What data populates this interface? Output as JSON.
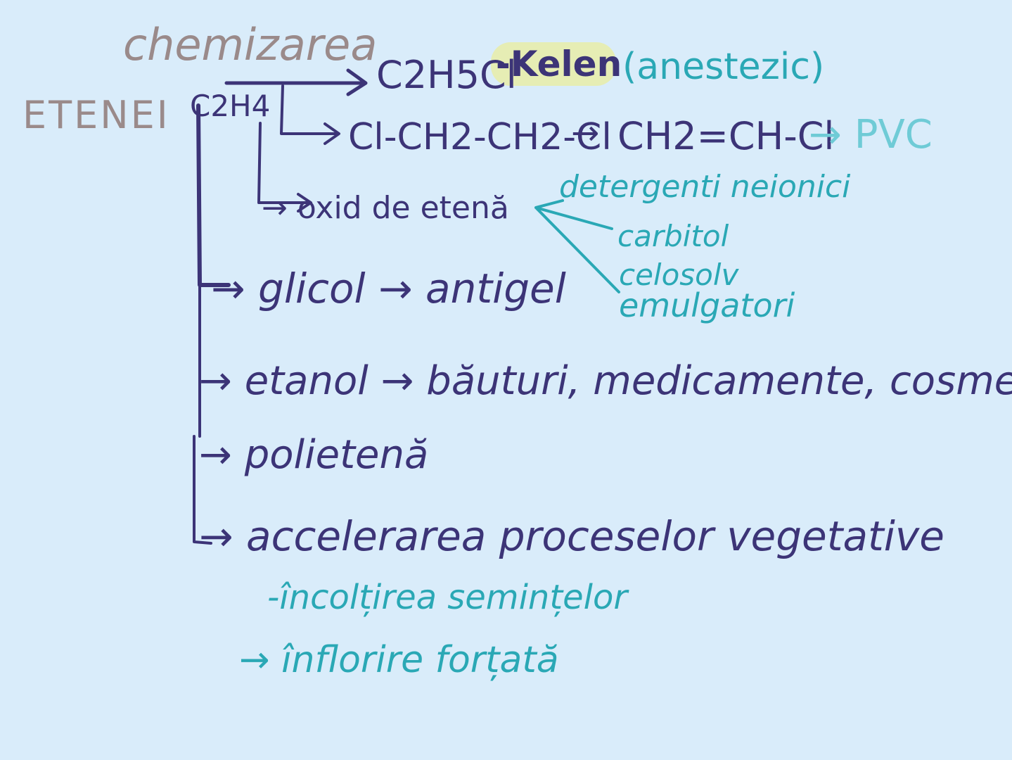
{
  "title": "chemizarea",
  "subject": "ETENEI",
  "formula_start": "C2H4",
  "branch_keleN": {
    "product": "C2H5Cl",
    "name": "-Kelen",
    "note": "(anestezic)",
    "highlight_color": "#e6edb4"
  },
  "branch_pvc": {
    "step1": "Cl-CH2-CH2-Cl",
    "arrow": "→",
    "step2": "CH2=CH-Cl",
    "result": "→ PVC"
  },
  "branch_oxid": {
    "label": "→ oxid de etenă",
    "uses": [
      "detergenti neionici",
      "carbitol",
      "celosolv",
      "emulgatori"
    ]
  },
  "list": [
    "→ glicol → antigel",
    "→ etanol → băuturi, medicamente, cosmetică",
    "→ polietenă",
    "→ accelerarea proceselor vegetative"
  ],
  "vegetative_sub": [
    "-încolțirea semințelor",
    "→ înflorire forțată"
  ],
  "colors": {
    "background": "#d9ecfa",
    "ink_main": "#3c3477",
    "ink_title": "#9a8a8a",
    "ink_notes": "#2aa8b5",
    "ink_pvc": "#6fcbd6"
  }
}
